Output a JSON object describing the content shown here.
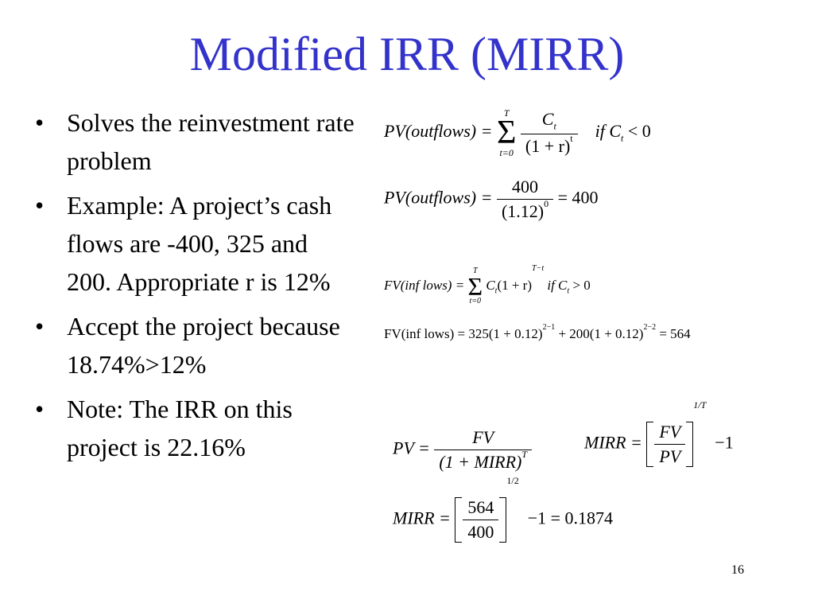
{
  "title": "Modified IRR (MIRR)",
  "bullets": [
    "Solves the reinvestment rate problem",
    "Example:  A project’s cash flows are -400, 325 and 200.  Appropriate r is 12%",
    "Accept the project because 18.74%>12%",
    "Note:  The IRR on this project is 22.16%"
  ],
  "bullet_symbol": "•",
  "equations": {
    "pv_outflows_def": {
      "lhs": "PV(outflows) =",
      "sum_top": "T",
      "sum_bottom": "t=0",
      "num": "C",
      "num_sub": "t",
      "den": "(1 + r)",
      "den_sup": "t",
      "cond": "if  C",
      "cond_sub": "t",
      "cond_tail": " < 0"
    },
    "pv_outflows_val": {
      "lhs": "PV(outflows) =",
      "num": "400",
      "den": "(1.12)",
      "den_sup": "0",
      "rhs": "= 400"
    },
    "fv_inflows_def": {
      "lhs": "FV(inf  lows) =",
      "sum_top": "T",
      "sum_bottom": "t=0",
      "body": "C",
      "body_sub": "t",
      "body2": "(1 + r)",
      "body_sup": "T−t",
      "cond": "  if  C",
      "cond_sub": "t",
      "cond_tail": " > 0"
    },
    "fv_inflows_val": {
      "lhs": "FV(inf  lows) = 325(1 + 0.12)",
      "sup1": "2−1",
      "mid": " + 200(1 + 0.12)",
      "sup2": "2−2",
      "rhs": " = 564"
    },
    "pv_fv": {
      "lhs": "PV =",
      "num": "FV",
      "den": "(1 + MIRR)",
      "den_sup": "T"
    },
    "mirr_def": {
      "lhs": "MIRR =",
      "num": "FV",
      "den": "PV",
      "sup": "1/T",
      "rhs": "−1"
    },
    "mirr_val": {
      "lhs": "MIRR =",
      "num": "564",
      "den": "400",
      "sup": "1/2",
      "rhs": "−1 = 0.1874"
    }
  },
  "page_number": "16"
}
